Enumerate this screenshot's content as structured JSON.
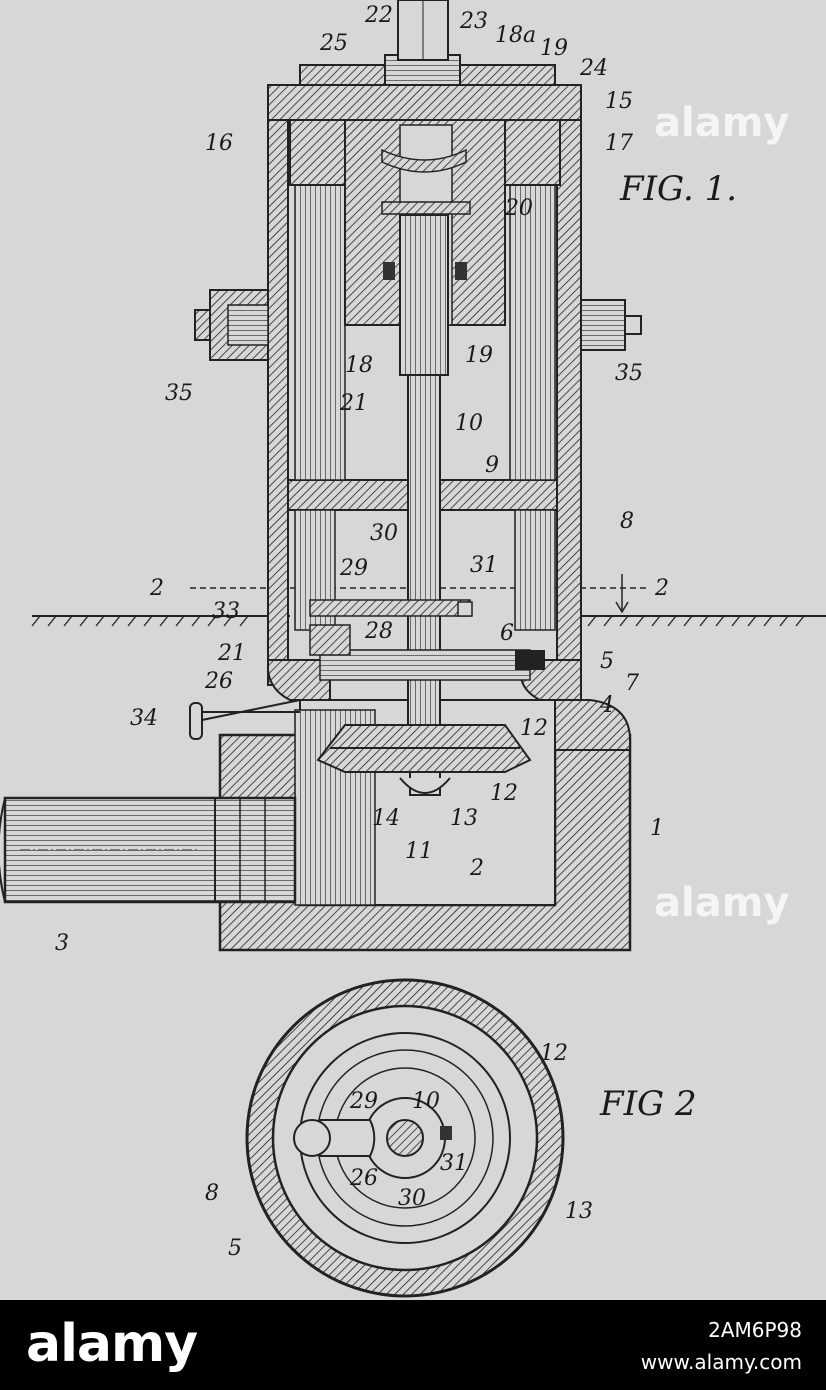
{
  "figures": {
    "fig1": "FIG. 1.",
    "fig2": "FIG 2"
  },
  "labels": {
    "l22": "22",
    "l23": "23",
    "l25": "25",
    "l18a": "18a",
    "l19a": "19",
    "l24": "24",
    "l15": "15",
    "l16": "16",
    "l17": "17",
    "l20": "20",
    "l35a": "35",
    "l35b": "35",
    "l18": "18",
    "l19b": "19",
    "l21a": "21",
    "l10": "10",
    "l9": "9",
    "l8": "8",
    "l30": "30",
    "l31": "31",
    "l29": "29",
    "l2a": "2",
    "l2b": "2",
    "l33": "33",
    "l21b": "21",
    "l6": "6",
    "l28": "28",
    "l5": "5",
    "l7": "7",
    "l26": "26",
    "l4": "4",
    "l34": "34",
    "l12a": "12",
    "l12b": "12",
    "l13": "13",
    "l14": "14",
    "l11": "11",
    "l1": "1",
    "l2c": "2",
    "l3": "3",
    "f2_12": "12",
    "f2_29": "29",
    "f2_10": "10",
    "f2_8": "8",
    "f2_26": "26",
    "f2_31": "31",
    "f2_30": "30",
    "f2_13": "13",
    "f2_5": "5"
  },
  "watermark": {
    "text": "alamy"
  },
  "footer": {
    "logo": "alamy",
    "image_id": "2AM6P98",
    "site": "www.alamy.com"
  }
}
